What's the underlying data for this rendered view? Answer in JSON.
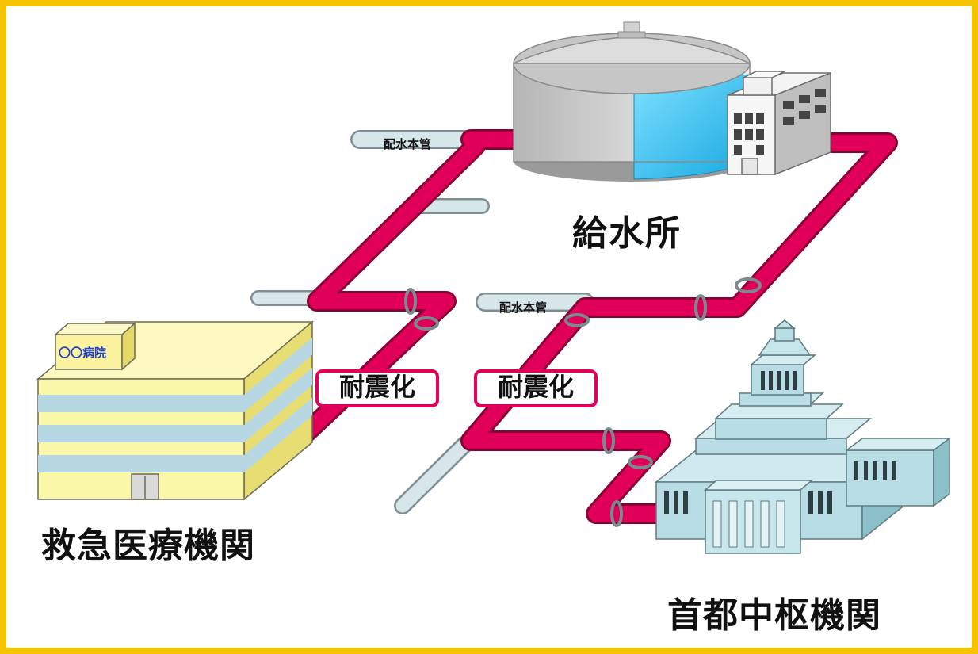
{
  "labels": {
    "supply_station": "給水所",
    "emergency_hospital": "救急医療機関",
    "capital_center": "首都中枢機関"
  },
  "badges": {
    "left": "耐震化",
    "right": "耐震化"
  },
  "pipe_tags": {
    "top": "配水本管",
    "middle": "配水本管"
  },
  "hospital_sign": "〇〇病院",
  "colors": {
    "frame": "#f5c400",
    "main_pipe": "#e0005a",
    "branch_pipe": "#c8dde0",
    "hospital_wall": "#fbf7a8",
    "hospital_band": "#b7d8e2",
    "capitol": "#b9dde4",
    "tank_water": "#3cc7f2",
    "tank_shell": "#d0d0d0"
  }
}
